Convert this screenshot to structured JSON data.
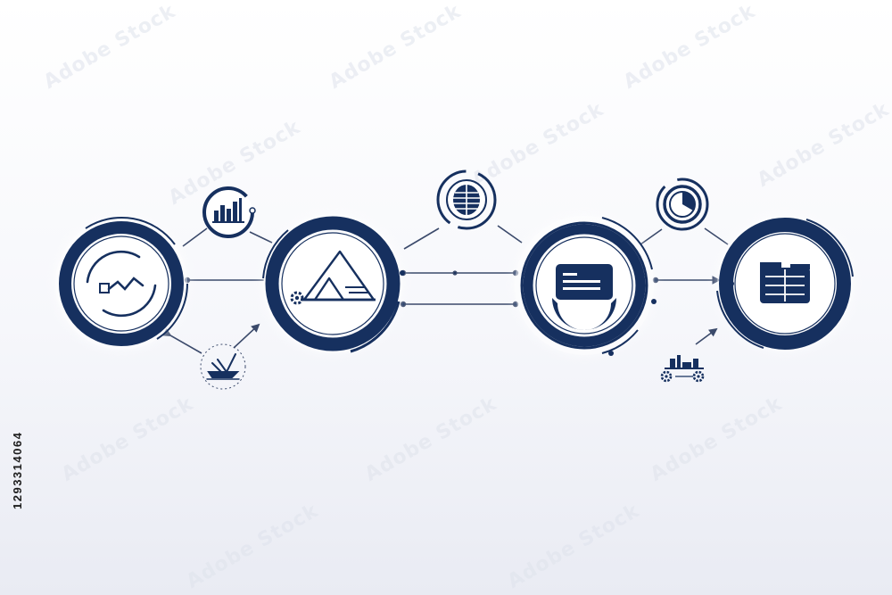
{
  "image_id_text": "1293314064",
  "watermark_text": "Adobe Stock",
  "colors": {
    "primary": "#16305f",
    "background": "#f4f5f9",
    "connector": "#3b4a6b"
  },
  "diagram": {
    "main_nodes": [
      {
        "id": "node-1",
        "icon": "trend-line-icon"
      },
      {
        "id": "node-2",
        "icon": "mountain-peaks-icon"
      },
      {
        "id": "node-3",
        "icon": "chat-bubble-icon"
      },
      {
        "id": "node-4",
        "icon": "document-table-icon"
      }
    ],
    "satellite_nodes": [
      {
        "id": "sat-bar-chart",
        "icon": "bar-chart-icon"
      },
      {
        "id": "sat-brain",
        "icon": "brain-icon"
      },
      {
        "id": "sat-pie",
        "icon": "pie-chart-icon"
      },
      {
        "id": "sat-ship",
        "icon": "ship-icon"
      },
      {
        "id": "sat-factory",
        "icon": "factory-icon"
      }
    ]
  }
}
